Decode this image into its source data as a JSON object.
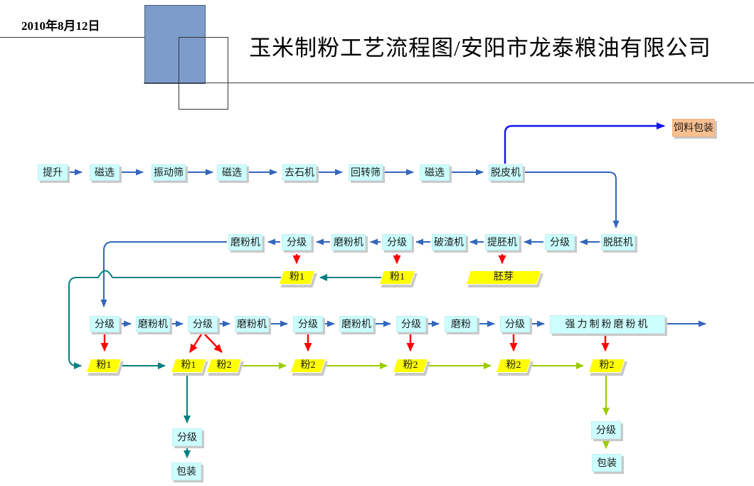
{
  "header": {
    "date": "2010年8月12日",
    "title": "玉米制粉工艺流程图/安阳市龙泰粮油有限公司"
  },
  "flow": {
    "row1": [
      "提升",
      "磁选",
      "振动筛",
      "磁选",
      "去石机",
      "回转筛",
      "磁选",
      "脱皮机"
    ],
    "feed_packing": "饲料包装",
    "row2": [
      "脱胚机",
      "分级",
      "提胚机",
      "破渣机",
      "分级",
      "磨粉机",
      "分级",
      "磨粉机"
    ],
    "row2_outputs": [
      "粉1",
      "粉1",
      "胚芽"
    ],
    "row3": [
      "分级",
      "磨粉机",
      "分级",
      "磨粉机",
      "分级",
      "磨粉机",
      "分级",
      "磨粉",
      "分级",
      "强力制粉磨粉机"
    ],
    "row3_outputs": [
      "粉1",
      "粉1",
      "粉2",
      "粉2",
      "粉2",
      "粉2",
      "粉2"
    ],
    "left_branch": [
      "分级",
      "包装"
    ],
    "right_branch": [
      "分级",
      "包装"
    ]
  },
  "colors": {
    "process_box_fill": "#CCFFFF",
    "output_shape_fill": "#FFFF00",
    "feed_box_fill": "#FAC090",
    "header_rect_fill": "#7D9CCB",
    "main_arrow": "#3366BB",
    "feed_arrow": "#1212F0",
    "output_arrow": "#FF0000",
    "flour1_arrow": "#008080",
    "flour2_arrow": "#99CC00"
  }
}
